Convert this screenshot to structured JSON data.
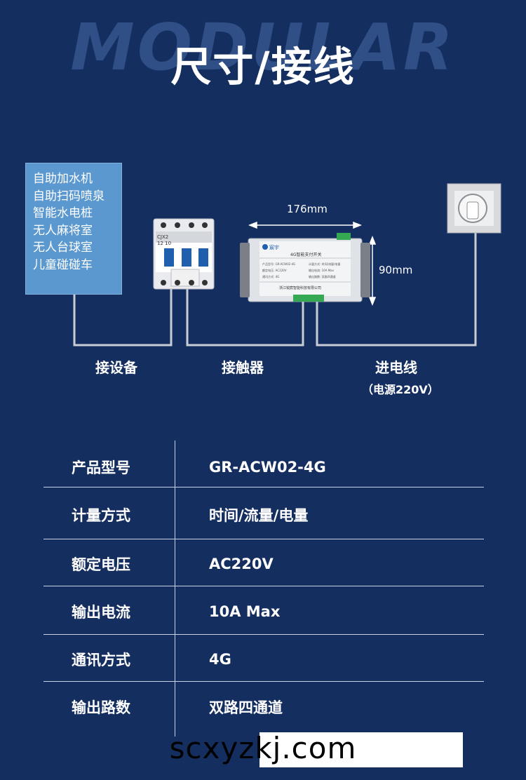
{
  "header": {
    "background_word": "MODULAR",
    "title": "尺寸/接线"
  },
  "device_list": {
    "items": [
      "自助加水机",
      "自助扫码喷泉",
      "智能水电桩",
      "无人麻将室",
      "无人台球室",
      "儿童碰碰车"
    ]
  },
  "diagram": {
    "width_label": "176mm",
    "height_label": "90mm",
    "contactor_model_line1": "CJX2",
    "contactor_model_line2": "12 10",
    "module_brand": "宸宇",
    "module_title": "4G智能支付开关",
    "module_spec_left": [
      "产品型号: GR-ACW02-4G",
      "额定电压: AC220V",
      "通讯方式: 4G"
    ],
    "module_spec_right": [
      "计量方式: 时间/流量/电量",
      "输出电流: 10A Max",
      "输出路数: 双路四通道"
    ],
    "module_company": "浙江锐宸智能科技有限公司",
    "label_device": "接设备",
    "label_contactor": "接触器",
    "label_power": "进电线",
    "label_power_sub": "（电源220V）"
  },
  "specs": [
    {
      "key": "产品型号",
      "value": "GR-ACW02-4G"
    },
    {
      "key": "计量方式",
      "value": "时间/流量/电量"
    },
    {
      "key": "额定电压",
      "value": "AC220V"
    },
    {
      "key": "输出电流",
      "value": "10A Max"
    },
    {
      "key": "通讯方式",
      "value": "4G"
    },
    {
      "key": "输出路数",
      "value": "双路四通道"
    }
  ],
  "footer": {
    "website": "scxyzkj.com"
  },
  "colors": {
    "background": "#142e5f",
    "panel": "#5a98cf",
    "wire": "#c9ced6"
  }
}
